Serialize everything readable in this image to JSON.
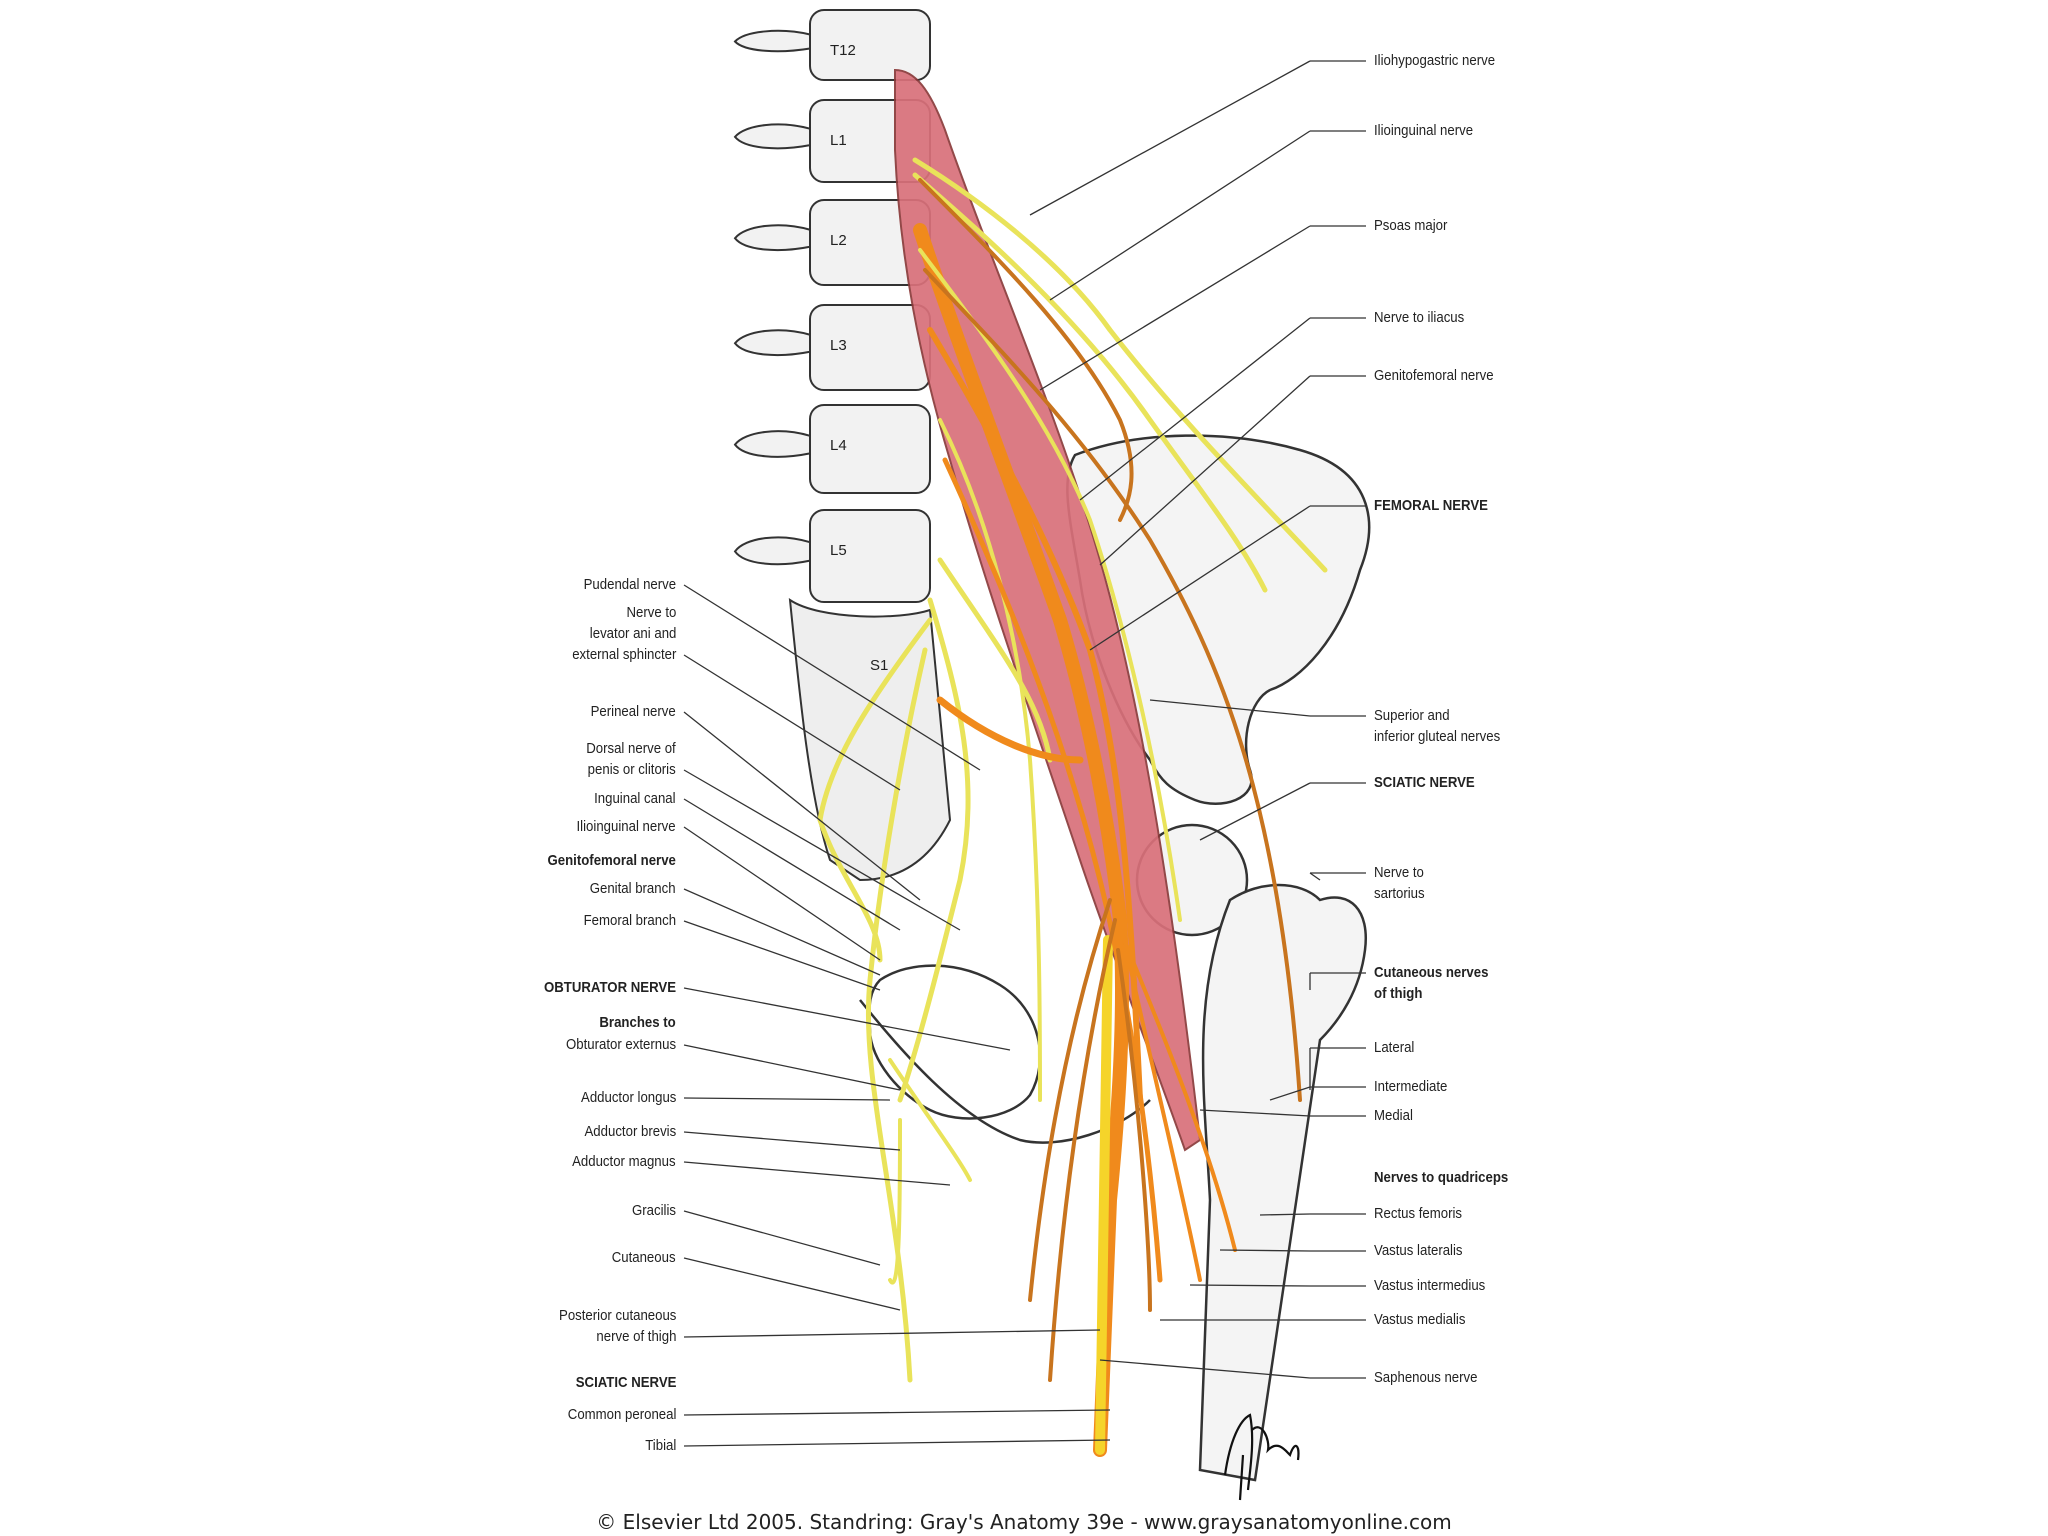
{
  "figure": {
    "copyright": "© Elsevier Ltd 2005. Standring: Gray's Anatomy 39e - www.graysanatomyonline.com",
    "colors": {
      "muscle": "#d9707a",
      "nerve_yellow": "#e9e35a",
      "nerve_orange": "#f08a1c",
      "nerve_brown": "#c8741e",
      "bone": "#f2f2f2",
      "outline": "#333333"
    }
  },
  "vertebrae": [
    "T12",
    "L1",
    "L2",
    "L3",
    "L4",
    "L5",
    "S1"
  ],
  "labels_right": [
    {
      "text": "Iliohypogastric nerve"
    },
    {
      "text": "Ilioinguinal nerve"
    },
    {
      "text": "Psoas major"
    },
    {
      "text": "Nerve to iliacus"
    },
    {
      "text": "Genitofemoral nerve"
    },
    {
      "text": "FEMORAL NERVE"
    },
    {
      "text": "Superior and\ninferior gluteal nerves"
    },
    {
      "text": "SCIATIC NERVE"
    },
    {
      "text": "Nerve to\nsartorius"
    },
    {
      "text": "Cutaneous nerves\nof thigh"
    },
    {
      "text": "Lateral"
    },
    {
      "text": "Intermediate"
    },
    {
      "text": "Medial"
    },
    {
      "text": "Nerves to quadriceps"
    },
    {
      "text": "Rectus femoris"
    },
    {
      "text": "Vastus lateralis"
    },
    {
      "text": "Vastus intermedius"
    },
    {
      "text": "Vastus medialis"
    },
    {
      "text": "Saphenous nerve"
    }
  ],
  "labels_left": [
    {
      "text": "Pudendal nerve"
    },
    {
      "text": "Nerve to\nlevator ani and\nexternal sphincter"
    },
    {
      "text": "Perineal nerve"
    },
    {
      "text": "Dorsal nerve of\npenis or clitoris"
    },
    {
      "text": "Inguinal canal"
    },
    {
      "text": "Ilioinguinal nerve"
    },
    {
      "text": "Genitofemoral nerve"
    },
    {
      "text": "Genital branch"
    },
    {
      "text": "Femoral branch"
    },
    {
      "text": "OBTURATOR NERVE"
    },
    {
      "text": "Branches to"
    },
    {
      "text": "Obturator externus"
    },
    {
      "text": "Adductor longus"
    },
    {
      "text": "Adductor brevis"
    },
    {
      "text": "Adductor magnus"
    },
    {
      "text": "Gracilis"
    },
    {
      "text": "Cutaneous"
    },
    {
      "text": "Posterior cutaneous\nnerve of thigh"
    },
    {
      "text": "SCIATIC NERVE"
    },
    {
      "text": "Common peroneal"
    },
    {
      "text": "Tibial"
    }
  ]
}
